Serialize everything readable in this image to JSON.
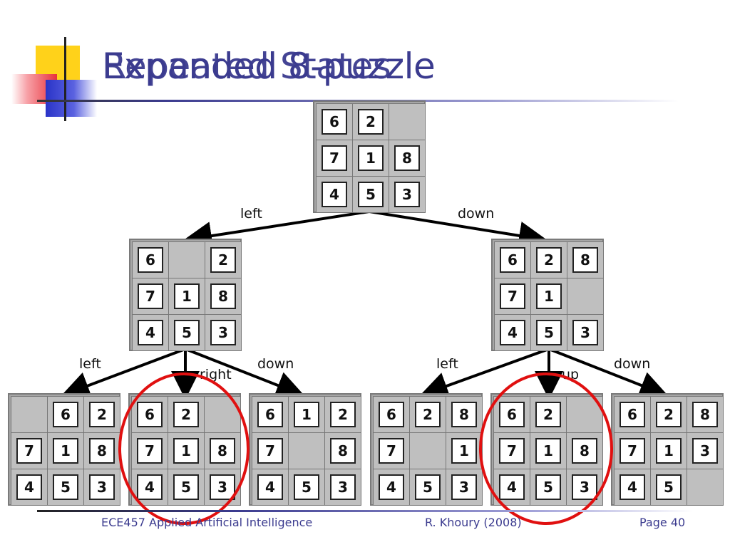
{
  "slide": {
    "title_layer_a": "Expanded 8-puzzle",
    "title_layer_b": "Repeated States",
    "colors": {
      "title": "#3b3b8f",
      "circle": "#e01010",
      "rule": "#3b3b8f",
      "deco_yellow": "#ffd21a",
      "deco_red": "#e8303a",
      "deco_blue": "#2a34c8"
    }
  },
  "tree": {
    "root": {
      "tiles": [
        "6",
        "2",
        "",
        "7",
        "1",
        "8",
        "4",
        "5",
        "3"
      ]
    },
    "left_child": {
      "move": "left",
      "tiles": [
        "6",
        "",
        "2",
        "7",
        "1",
        "8",
        "4",
        "5",
        "3"
      ]
    },
    "right_child": {
      "move": "down",
      "tiles": [
        "6",
        "2",
        "8",
        "7",
        "1",
        "",
        "4",
        "5",
        "3"
      ]
    },
    "left_children": [
      {
        "move": "left",
        "tiles": [
          "",
          "6",
          "2",
          "7",
          "1",
          "8",
          "4",
          "5",
          "3"
        ],
        "repeated": false
      },
      {
        "move": "right",
        "tiles": [
          "6",
          "2",
          "",
          "7",
          "1",
          "8",
          "4",
          "5",
          "3"
        ],
        "repeated": true
      },
      {
        "move": "down",
        "tiles": [
          "6",
          "1",
          "2",
          "7",
          "",
          "8",
          "4",
          "5",
          "3"
        ],
        "repeated": false
      }
    ],
    "right_children": [
      {
        "move": "left",
        "tiles": [
          "6",
          "2",
          "8",
          "7",
          "",
          "1",
          "4",
          "5",
          "3"
        ],
        "repeated": false
      },
      {
        "move": "up",
        "tiles": [
          "6",
          "2",
          "",
          "7",
          "1",
          "8",
          "4",
          "5",
          "3"
        ],
        "repeated": true
      },
      {
        "move": "down",
        "tiles": [
          "6",
          "2",
          "8",
          "7",
          "1",
          "3",
          "4",
          "5",
          ""
        ],
        "repeated": false
      }
    ]
  },
  "footer": {
    "course": "ECE457 Applied Artificial Intelligence",
    "author": "R. Khoury (2008)",
    "page": "Page 40"
  }
}
